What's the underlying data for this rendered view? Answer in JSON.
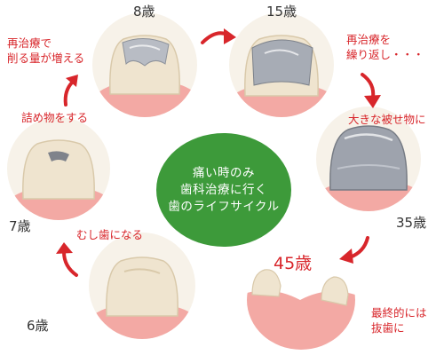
{
  "center": {
    "lines": [
      "痛い時のみ",
      "歯科治療に行く",
      "歯のライフサイクル"
    ],
    "color": "#3d9a3a"
  },
  "stages": [
    {
      "age": "8歳",
      "icon": "molar-with-small-filling-icon"
    },
    {
      "age": "15歳",
      "icon": "molar-with-metal-inlay-icon"
    },
    {
      "age": "35歳",
      "icon": "molar-with-metal-crown-icon"
    },
    {
      "age": "45歳",
      "icon": "missing-tooth-gum-icon"
    },
    {
      "age": "6歳",
      "icon": "healthy-molar-icon"
    },
    {
      "age": "7歳",
      "icon": "molar-with-cavity-filling-icon"
    }
  ],
  "notes": {
    "more_cutting": [
      "再治療で",
      "削る量が増える"
    ],
    "retreatment": [
      "再治療を",
      "繰り返し・・・"
    ],
    "big_crown": "大きな被せ物に",
    "extraction": [
      "最終的には",
      "抜歯に"
    ],
    "cavity": "むし歯になる",
    "filling": "詰め物をする"
  },
  "accent_color": "#d8262b"
}
